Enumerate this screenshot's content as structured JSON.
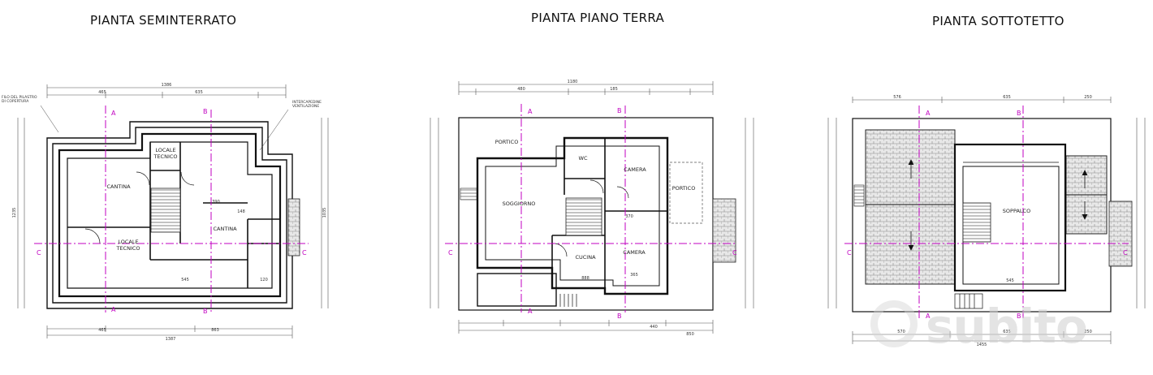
{
  "titles": {
    "basement": "PIANTA SEMINTERRATO",
    "ground": "PIANTA PIANO TERRA",
    "attic": "PIANTA SOTTOTETTO"
  },
  "basement": {
    "rooms": {
      "locale_tecnico_1": "LOCALE\nTECNICO",
      "cantina_1": "CANTINA",
      "cantina_2": "CANTINA",
      "locale_tecnico_2": "LOCALE\nTECNICO"
    },
    "dims": {
      "top_total": "1386",
      "top_a": "465",
      "top_b": "635",
      "bottom_total": "1387",
      "bottom_a": "465",
      "bottom_b": "863",
      "left_total": "1235",
      "right_total": "1035",
      "inner_545": "545",
      "inner_390": "390",
      "inner_148": "148",
      "inner_120": "120"
    },
    "notes": {
      "left": "FILO DEL PILASTRO\nDI COPERTURA",
      "right": "INTERCAPEDINE\nVENTILAZIONE"
    }
  },
  "ground": {
    "rooms": {
      "portico_1": "PORTICO",
      "wc": "WC",
      "camera_1": "CAMERA",
      "portico_2": "PORTICO",
      "soggiorno": "SOGGIORNO",
      "cucina": "CUCINA",
      "camera_2": "CAMERA"
    },
    "dims": {
      "top_total": "1180",
      "top_a": "480",
      "top_b": "185",
      "bottom_total": "850",
      "bottom_a": "440",
      "inner_370": "370",
      "inner_365": "365",
      "inner_888": "888"
    }
  },
  "attic": {
    "rooms": {
      "soppalco": "SOPPALCO"
    },
    "dims": {
      "top_a": "576",
      "top_b": "635",
      "top_c": "250",
      "bottom_a": "570",
      "bottom_b": "635",
      "bottom_c": "250",
      "bottom_total": "1455",
      "inner_545": "545"
    }
  },
  "section_marks": {
    "a": "A",
    "b": "B",
    "c": "C"
  },
  "watermark": "subito",
  "colors": {
    "section_line": "#c000c0",
    "wall": "#111111",
    "dim": "#444444"
  }
}
